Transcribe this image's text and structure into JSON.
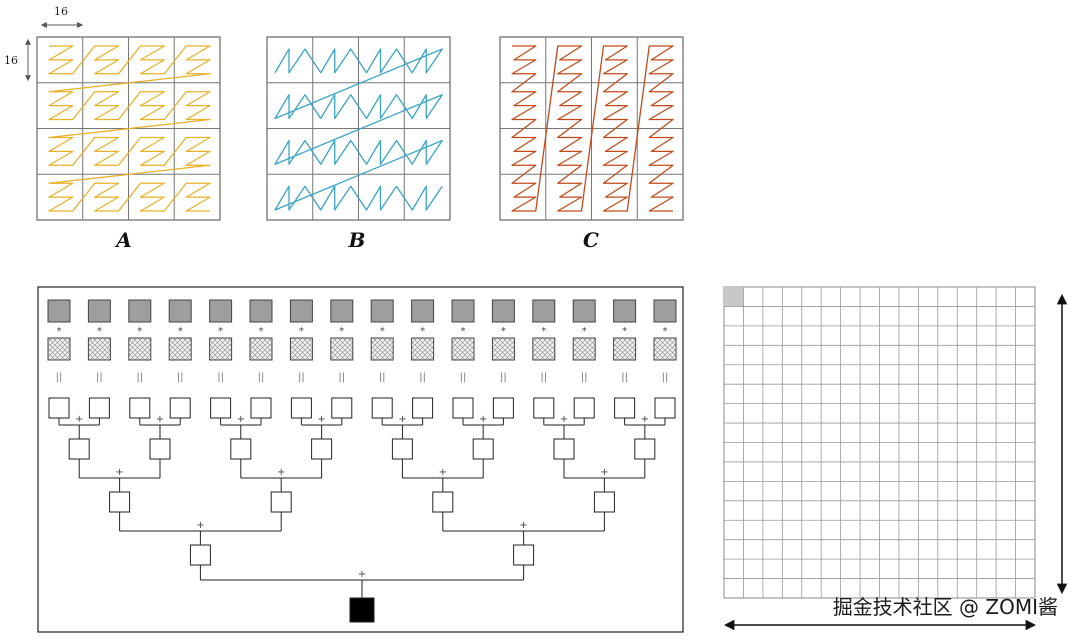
{
  "dimension_label_x": "16",
  "dimension_label_y": "16",
  "panels": [
    {
      "letter": "A",
      "color": "#E8B12B"
    },
    {
      "letter": "B",
      "color": "#3AA5C7"
    },
    {
      "letter": "C",
      "color": "#C24A18"
    }
  ],
  "reduction": {
    "leaf_count": 16,
    "multiply_symbol": "*",
    "equals_symbol": "||",
    "add_symbol": "+",
    "input_fill": "#9e9e9e",
    "output_fill": "#000000"
  },
  "grid": {
    "columns": 16,
    "rows": 16,
    "highlight_fill": "#c8c8c8"
  },
  "watermark": "掘金技术社区 @ ZOMI酱"
}
